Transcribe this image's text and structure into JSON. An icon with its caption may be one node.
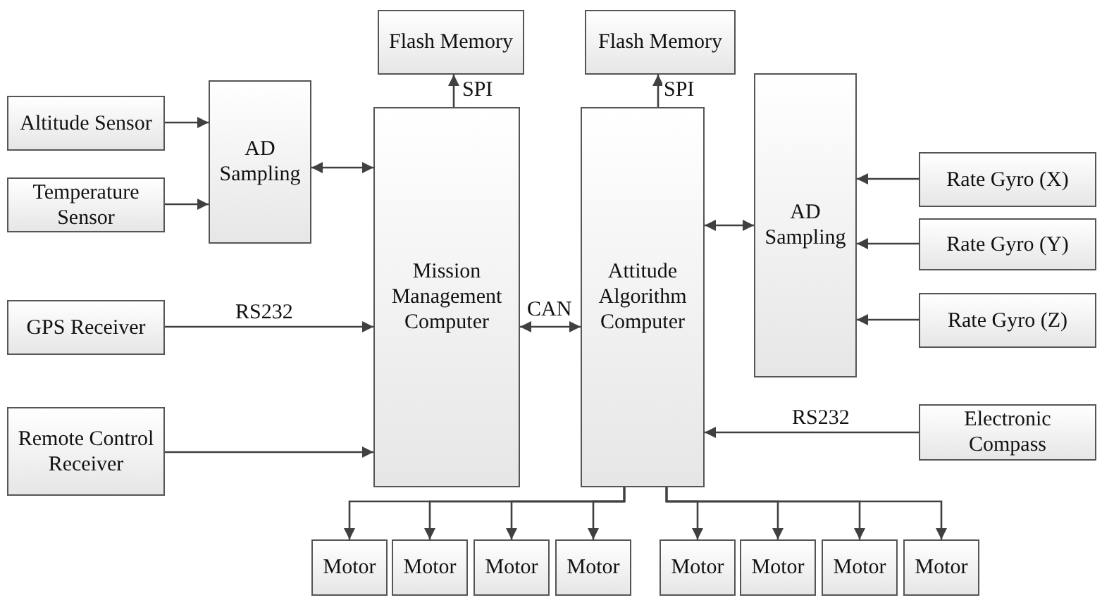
{
  "diagram": {
    "nodes": [
      {
        "text": [
          "Altitude Sensor"
        ]
      },
      {
        "text": [
          "Temperature Sensor"
        ]
      },
      {
        "text": [
          "AD Sampling"
        ]
      },
      {
        "text": [
          "GPS Receiver"
        ]
      },
      {
        "text": [
          "Remote Control Receiver"
        ]
      },
      {
        "text": [
          "Flash Memory"
        ]
      },
      {
        "text": [
          "Mission Management Computer"
        ]
      },
      {
        "text": [
          "Flash Memory"
        ]
      },
      {
        "text": [
          "Attitude Algorithm Computer"
        ]
      },
      {
        "text": [
          "AD Sampling"
        ]
      },
      {
        "text": [
          "Rate Gyro (X)"
        ]
      },
      {
        "text": [
          "Rate Gyro (Y)"
        ]
      },
      {
        "text": [
          "Rate Gyro (Z)"
        ]
      },
      {
        "text": [
          "Electronic Compass"
        ]
      },
      {
        "text": [
          "Motor"
        ]
      },
      {
        "text": [
          "Motor"
        ]
      },
      {
        "text": [
          "Motor"
        ]
      },
      {
        "text": [
          "Motor"
        ]
      },
      {
        "text": [
          "Motor"
        ]
      },
      {
        "text": [
          "Motor"
        ]
      },
      {
        "text": [
          "Motor"
        ]
      },
      {
        "text": [
          "Motor"
        ]
      }
    ],
    "edges": [
      {
        "from": 0,
        "to": 2,
        "arrow": "to"
      },
      {
        "from": 1,
        "to": 2,
        "arrow": "to"
      },
      {
        "from": 2,
        "to": 6,
        "arrow": "both"
      },
      {
        "from": 3,
        "to": 6,
        "arrow": "to",
        "label": "RS232"
      },
      {
        "from": 4,
        "to": 6,
        "arrow": "to"
      },
      {
        "from": 6,
        "to": 5,
        "arrow": "to",
        "label": "SPI"
      },
      {
        "from": 8,
        "to": 7,
        "arrow": "to",
        "label": "SPI"
      },
      {
        "from": 6,
        "to": 8,
        "arrow": "both",
        "label": "CAN"
      },
      {
        "from": 9,
        "to": 8,
        "arrow": "both"
      },
      {
        "from": 10,
        "to": 9,
        "arrow": "to"
      },
      {
        "from": 11,
        "to": 9,
        "arrow": "to"
      },
      {
        "from": 12,
        "to": 9,
        "arrow": "to"
      },
      {
        "from": 13,
        "to": 8,
        "arrow": "to",
        "label": "RS232"
      },
      {
        "from": 8,
        "to": 14,
        "arrow": "to"
      },
      {
        "from": 8,
        "to": 15,
        "arrow": "to"
      },
      {
        "from": 8,
        "to": 16,
        "arrow": "to"
      },
      {
        "from": 8,
        "to": 17,
        "arrow": "to"
      },
      {
        "from": 8,
        "to": 18,
        "arrow": "to"
      },
      {
        "from": 8,
        "to": 19,
        "arrow": "to"
      },
      {
        "from": 8,
        "to": 20,
        "arrow": "to"
      },
      {
        "from": 8,
        "to": 21,
        "arrow": "to"
      }
    ]
  }
}
